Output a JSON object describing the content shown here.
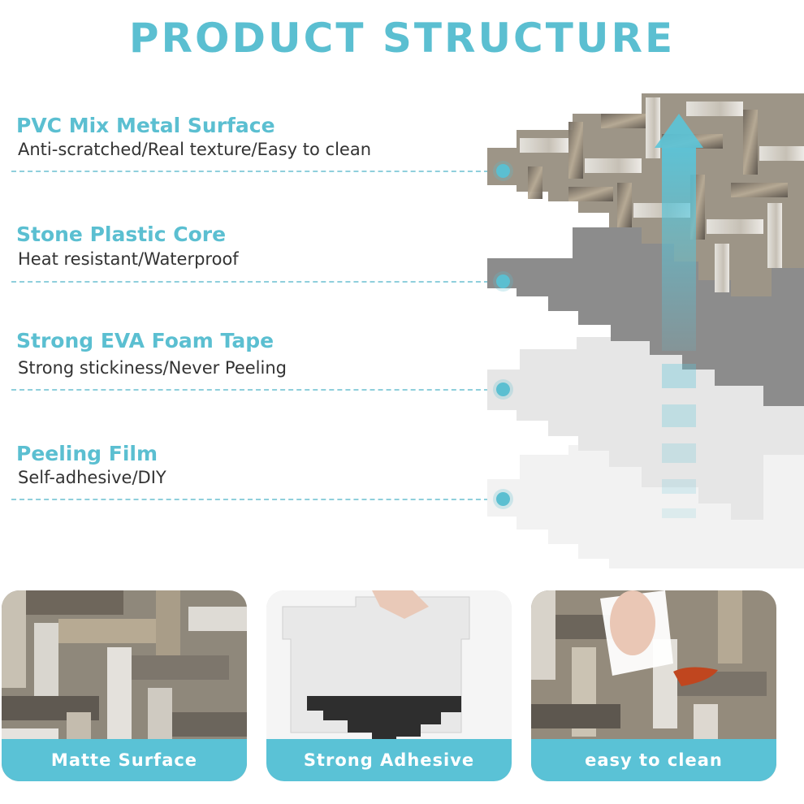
{
  "title": "PRODUCT STRUCTURE",
  "layers": [
    {
      "heading": "PVC Mix Metal Surface",
      "description": "Anti-scratched/Real texture/Easy to clean"
    },
    {
      "heading": "Stone Plastic Core",
      "description": "Heat resistant/Waterproof"
    },
    {
      "heading": "Strong EVA Foam Tape",
      "description": "Strong stickiness/Never Peeling"
    },
    {
      "heading": "Peeling Film",
      "description": "Self-adhesive/DIY"
    }
  ],
  "features": [
    {
      "label": "Matte Surface"
    },
    {
      "label": "Strong Adhesive"
    },
    {
      "label": "easy to clean"
    }
  ],
  "colors": {
    "accent": "#5bbfd1",
    "banner": "#5ac2d6",
    "text": "#333333",
    "core_gray": "#8c8c8c"
  },
  "icons": [
    "layer-dot-icon",
    "upward-arrow-icon"
  ]
}
